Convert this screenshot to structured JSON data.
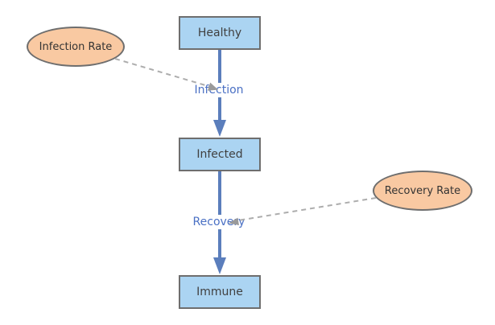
{
  "diagram": {
    "stocks": [
      {
        "label": "Healthy"
      },
      {
        "label": "Infected"
      },
      {
        "label": "Immune"
      }
    ],
    "flows": [
      {
        "label": "Infection",
        "from": "Healthy",
        "to": "Infected"
      },
      {
        "label": "Recovery",
        "from": "Infected",
        "to": "Immune"
      }
    ],
    "variables": [
      {
        "label": "Infection Rate",
        "influences": "Infection"
      },
      {
        "label": "Recovery Rate",
        "influences": "Recovery"
      }
    ]
  },
  "theme": {
    "background": "#ffffff",
    "stock_fill": "#abd4f2",
    "stock_border": "#6e6e6e",
    "stock_text_color": "#404040",
    "variable_fill": "#f9c9a2",
    "variable_border": "#6e6e6e",
    "variable_text_color": "#333333",
    "flow_color": "#5b7ebc",
    "flow_label_color": "#4a70c4",
    "link_color": "#adadad",
    "link_arrow_color": "#9a9a9a"
  }
}
